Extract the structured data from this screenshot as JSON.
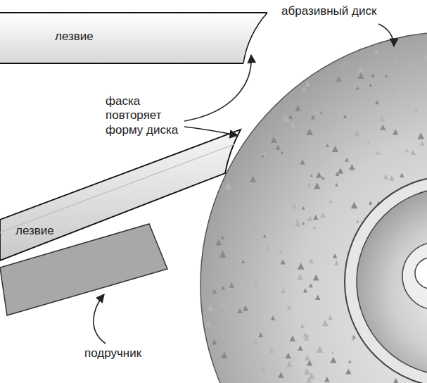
{
  "diagram": {
    "nodes": [
      {
        "text": [
          "лезвие"
        ]
      },
      {
        "text": [
          "лезвие"
        ]
      }
    ],
    "labels": [
      "абразивный диск",
      "фаска повторяет форму диска",
      "подручник"
    ]
  }
}
